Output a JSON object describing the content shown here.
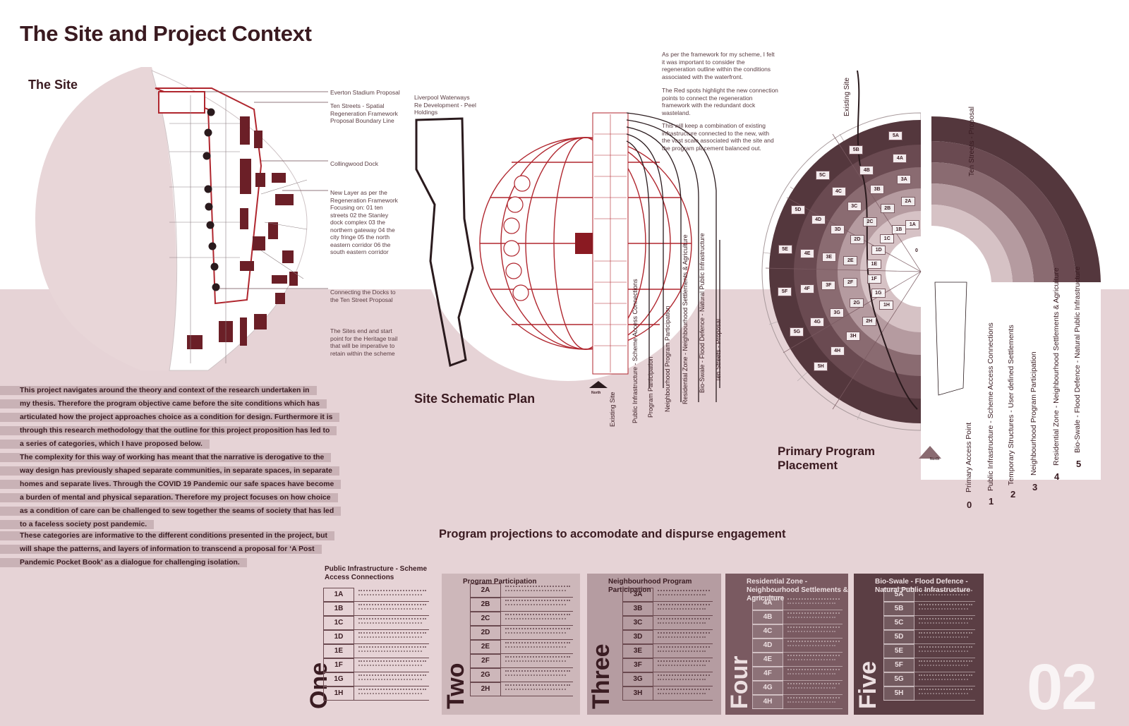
{
  "title": "The Site and Project Context",
  "site": {
    "heading": "The Site",
    "annotations": [
      "Everton Stadium Proposal",
      "Ten Streets - Spatial Regeneration Framework Proposal Boundary Line",
      "Collingwood Dock",
      "New Layer as per the Regeneration Framework Focusing on: 01 ten streets 02 the Stanley dock complex 03 the northern gateway 04 the city fringe 05 the north eastern corridor 06 the south eastern corridor",
      "Connecting the Docks to the Ten Street Proposal",
      "The Sites end and start point for the Heritage trail that will be imperative to retain within the scheme"
    ]
  },
  "schematic": {
    "heading": "Site Schematic Plan",
    "annotation": "Liverpool Waterways Re Development - Peel Holdings",
    "notes": [
      "As per the framework for my scheme, I felt it was important to consider the regeneration outline within the conditions associated with the waterfront.",
      "The Red spots highlight the new connection points to connect the regeneration framework with the redundant dock wasteland.",
      "This will keep a combination of existing infrastructure connected to the new, with the vast scale associated with the site and the program placement balanced out."
    ],
    "vertical_labels": [
      "Existing Site",
      "Public Infrastructure - Scheme Access Connections",
      "Program Participation",
      "Neighbourhood Program Participation",
      "Residential Zone - Neighbourhood Settlements & Agriculture",
      "Bio-Swale - Flood Defence - Natural Public Infrastructure",
      "Ten Streets - Proposal"
    ],
    "north_label": "North"
  },
  "placement": {
    "heading_line1": "Primary Program",
    "heading_line2": "Placement",
    "existing_label": "Existing Site",
    "ten_streets_label": "Ten Streets - Proposal",
    "north_label": "North",
    "center_label": "0",
    "ring_labels": [
      "Primary Access Point",
      "Public Infrastructure - Scheme Access Connections",
      "Temporary Structures - User defined Settlements",
      "Neighbourhood Program Participation",
      "Residential Zone - Neighbourhood Settlements & Agriculture",
      "Bio-Swale - Flood Defence - Natural Public Infrastructure"
    ],
    "ring_numbers": [
      "0",
      "1",
      "2",
      "3",
      "4",
      "5"
    ],
    "cells": {
      "ring1": [
        "1A",
        "1B",
        "1C",
        "1D",
        "1E",
        "1F",
        "1G",
        "1H"
      ],
      "ring2": [
        "2A",
        "2B",
        "2C",
        "2D",
        "2E",
        "2F",
        "2G",
        "2H"
      ],
      "ring3": [
        "3A",
        "3B",
        "3C",
        "3D",
        "3E",
        "3F",
        "3G",
        "3H"
      ],
      "ring4": [
        "4A",
        "4B",
        "4C",
        "4D",
        "4E",
        "4F",
        "4G",
        "4H"
      ],
      "ring5": [
        "5A",
        "5B",
        "5C",
        "5D",
        "5E",
        "5F",
        "5G",
        "5H"
      ]
    },
    "ring_colors": [
      "#ffffff",
      "#d6c2c5",
      "#b59ba0",
      "#8a6b71",
      "#6a4a51",
      "#54373d"
    ]
  },
  "paragraphs": [
    [
      "This project navigates around the theory and context of the research undertaken in",
      "my thesis. Therefore the program objective came before the site conditions which has",
      "articulated how the project approaches choice as a condition for design. Furthermore it is",
      "through this research methodology that the outline for this project proposition has led to",
      "a series of categories, which I have proposed below."
    ],
    [
      "The complexity for this way of working has meant that the narrative is derogative to the",
      "way design has previously shaped separate communities, in separate spaces, in separate",
      "homes and separate lives. Through the COVID 19 Pandemic our safe spaces have become",
      "a burden of mental and physical separation. Therefore my project focuses on how choice",
      "as a condition of care can be challenged to sew together the seams of society that has led",
      "to a faceless society post pandemic."
    ],
    [
      "These categories are informative to the different conditions presented in the project, but",
      "will shape the patterns, and layers of information to transcend a proposal for ‘A Post",
      "Pandemic Pocket Book’ as a dialogue for challenging isolation."
    ]
  ],
  "program_heading": "Program projections to accomodate and dispurse engagement",
  "cards": [
    {
      "number": "One",
      "title": "Public Infrastructure - Scheme Access Connections",
      "codes": [
        "1A",
        "1B",
        "1C",
        "1D",
        "1E",
        "1F",
        "1G",
        "1H"
      ],
      "bg": "#e6d3d6",
      "fg": "#3a1c22"
    },
    {
      "number": "Two",
      "title": "Program Participation",
      "codes": [
        "2A",
        "2B",
        "2C",
        "2D",
        "2E",
        "2F",
        "2G",
        "2H"
      ],
      "bg": "#cdb7ba",
      "fg": "#3a1c22"
    },
    {
      "number": "Three",
      "title": "Neighbourhood Program Participation",
      "codes": [
        "3A",
        "3B",
        "3C",
        "3D",
        "3E",
        "3F",
        "3G",
        "3H"
      ],
      "bg": "#b59ca1",
      "fg": "#3a1c22"
    },
    {
      "number": "Four",
      "title": "Residential Zone - Neighbourhood Settlements & Agriculture",
      "codes": [
        "4A",
        "4B",
        "4C",
        "4D",
        "4E",
        "4F",
        "4G",
        "4H"
      ],
      "bg": "#7a5a61",
      "fg": "#ecdfe1"
    },
    {
      "number": "Five",
      "title": "Bio-Swale - Flood Defence - Natural Public Infrastructure",
      "codes": [
        "5A",
        "5B",
        "5C",
        "5D",
        "5E",
        "5F",
        "5G",
        "5H"
      ],
      "bg": "#5b3e44",
      "fg": "#ecdfe1"
    }
  ],
  "page_number": "02"
}
